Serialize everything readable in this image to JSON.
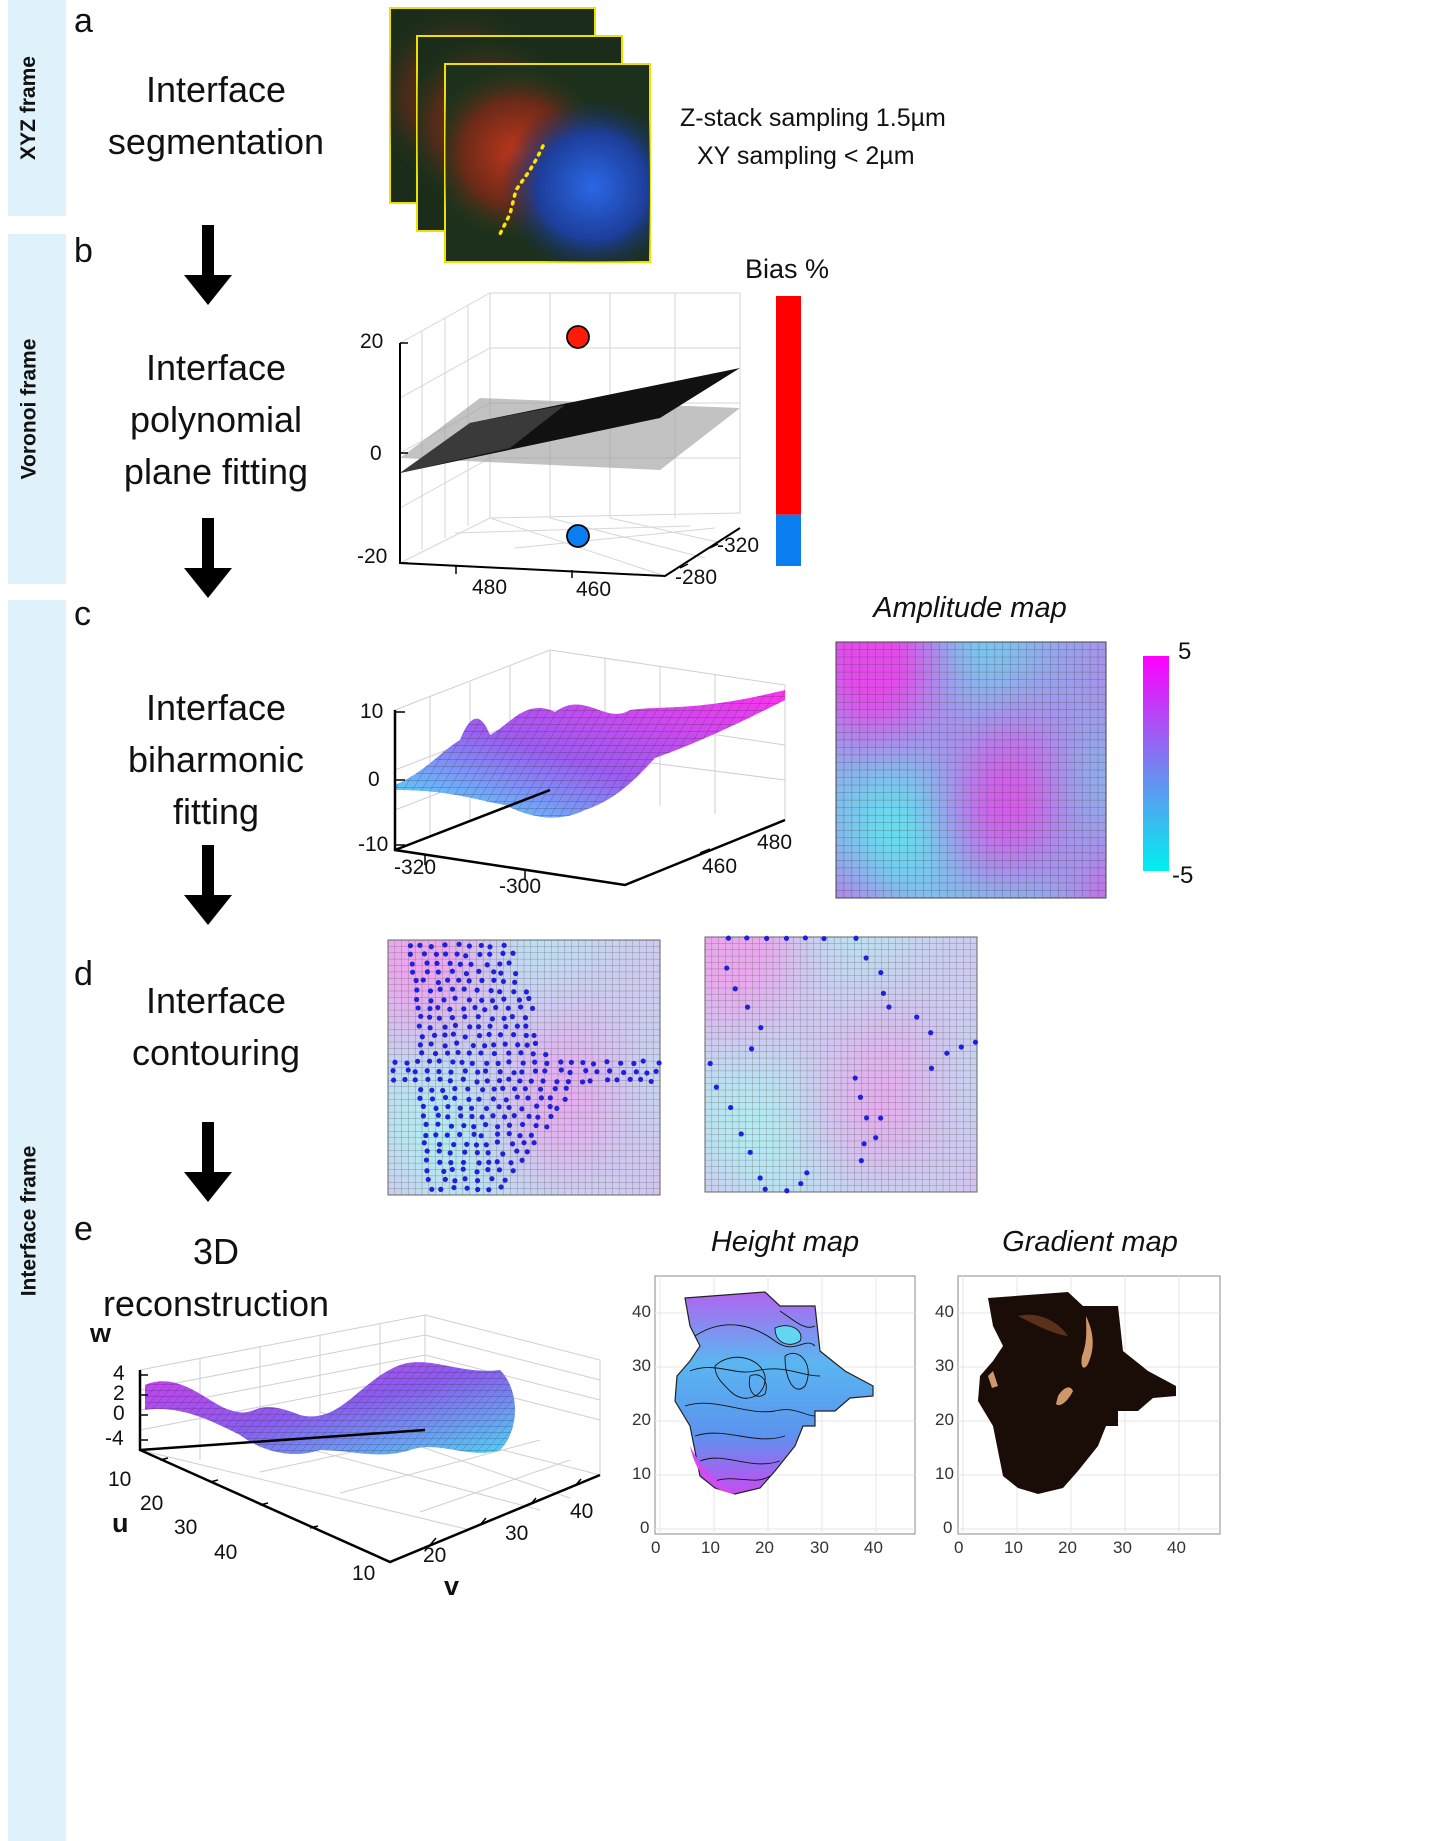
{
  "frames": {
    "xyz": "XYZ  frame",
    "voronoi": "Voronoi frame",
    "interface": "Interface frame"
  },
  "panels": {
    "a": {
      "letter": "a",
      "step": [
        "Interface",
        "segmentation"
      ],
      "note_lines": [
        "Z-stack sampling 1.5µm",
        "XY sampling < 2µm"
      ]
    },
    "b": {
      "letter": "b",
      "step": [
        "Interface",
        "polynomial",
        "plane fitting"
      ],
      "bias_title": "Bias %",
      "z_ticks": [
        "20",
        "0",
        "-20"
      ],
      "x_ticks": [
        "480",
        "460"
      ],
      "y_ticks": [
        "-320",
        "-280"
      ],
      "bias_fraction_red": 0.81,
      "colors": {
        "red": "#ff0000",
        "blue": "#0a7ef0"
      }
    },
    "c": {
      "letter": "c",
      "step": [
        "Interface",
        "biharmonic",
        "fitting"
      ],
      "amplitude_title": "Amplitude map",
      "z_ticks": [
        "10",
        "0",
        "-10"
      ],
      "x_ticks": [
        "-320",
        "-300"
      ],
      "y_ticks": [
        "480",
        "460"
      ],
      "colorbar_max": "5",
      "colorbar_min": "-5",
      "colors": {
        "low": "#00f0f0",
        "high": "#ff00ff"
      }
    },
    "d": {
      "letter": "d",
      "step": [
        "Interface",
        "contouring"
      ]
    },
    "e": {
      "letter": "e",
      "step": [
        "3D",
        "reconstruction"
      ],
      "height_title": "Height map",
      "gradient_title": "Gradient map",
      "w_label": "w",
      "u_label": "u",
      "v_label": "v",
      "w_ticks": [
        "4",
        "2",
        "0",
        "-4"
      ],
      "u_ticks": [
        "10",
        "20",
        "30",
        "40"
      ],
      "v_ticks": [
        "10",
        "20",
        "30",
        "40"
      ],
      "map_x_ticks": [
        "0",
        "10",
        "20",
        "30",
        "40"
      ],
      "map_y_ticks": [
        "40",
        "30",
        "20",
        "10",
        "0"
      ]
    }
  }
}
